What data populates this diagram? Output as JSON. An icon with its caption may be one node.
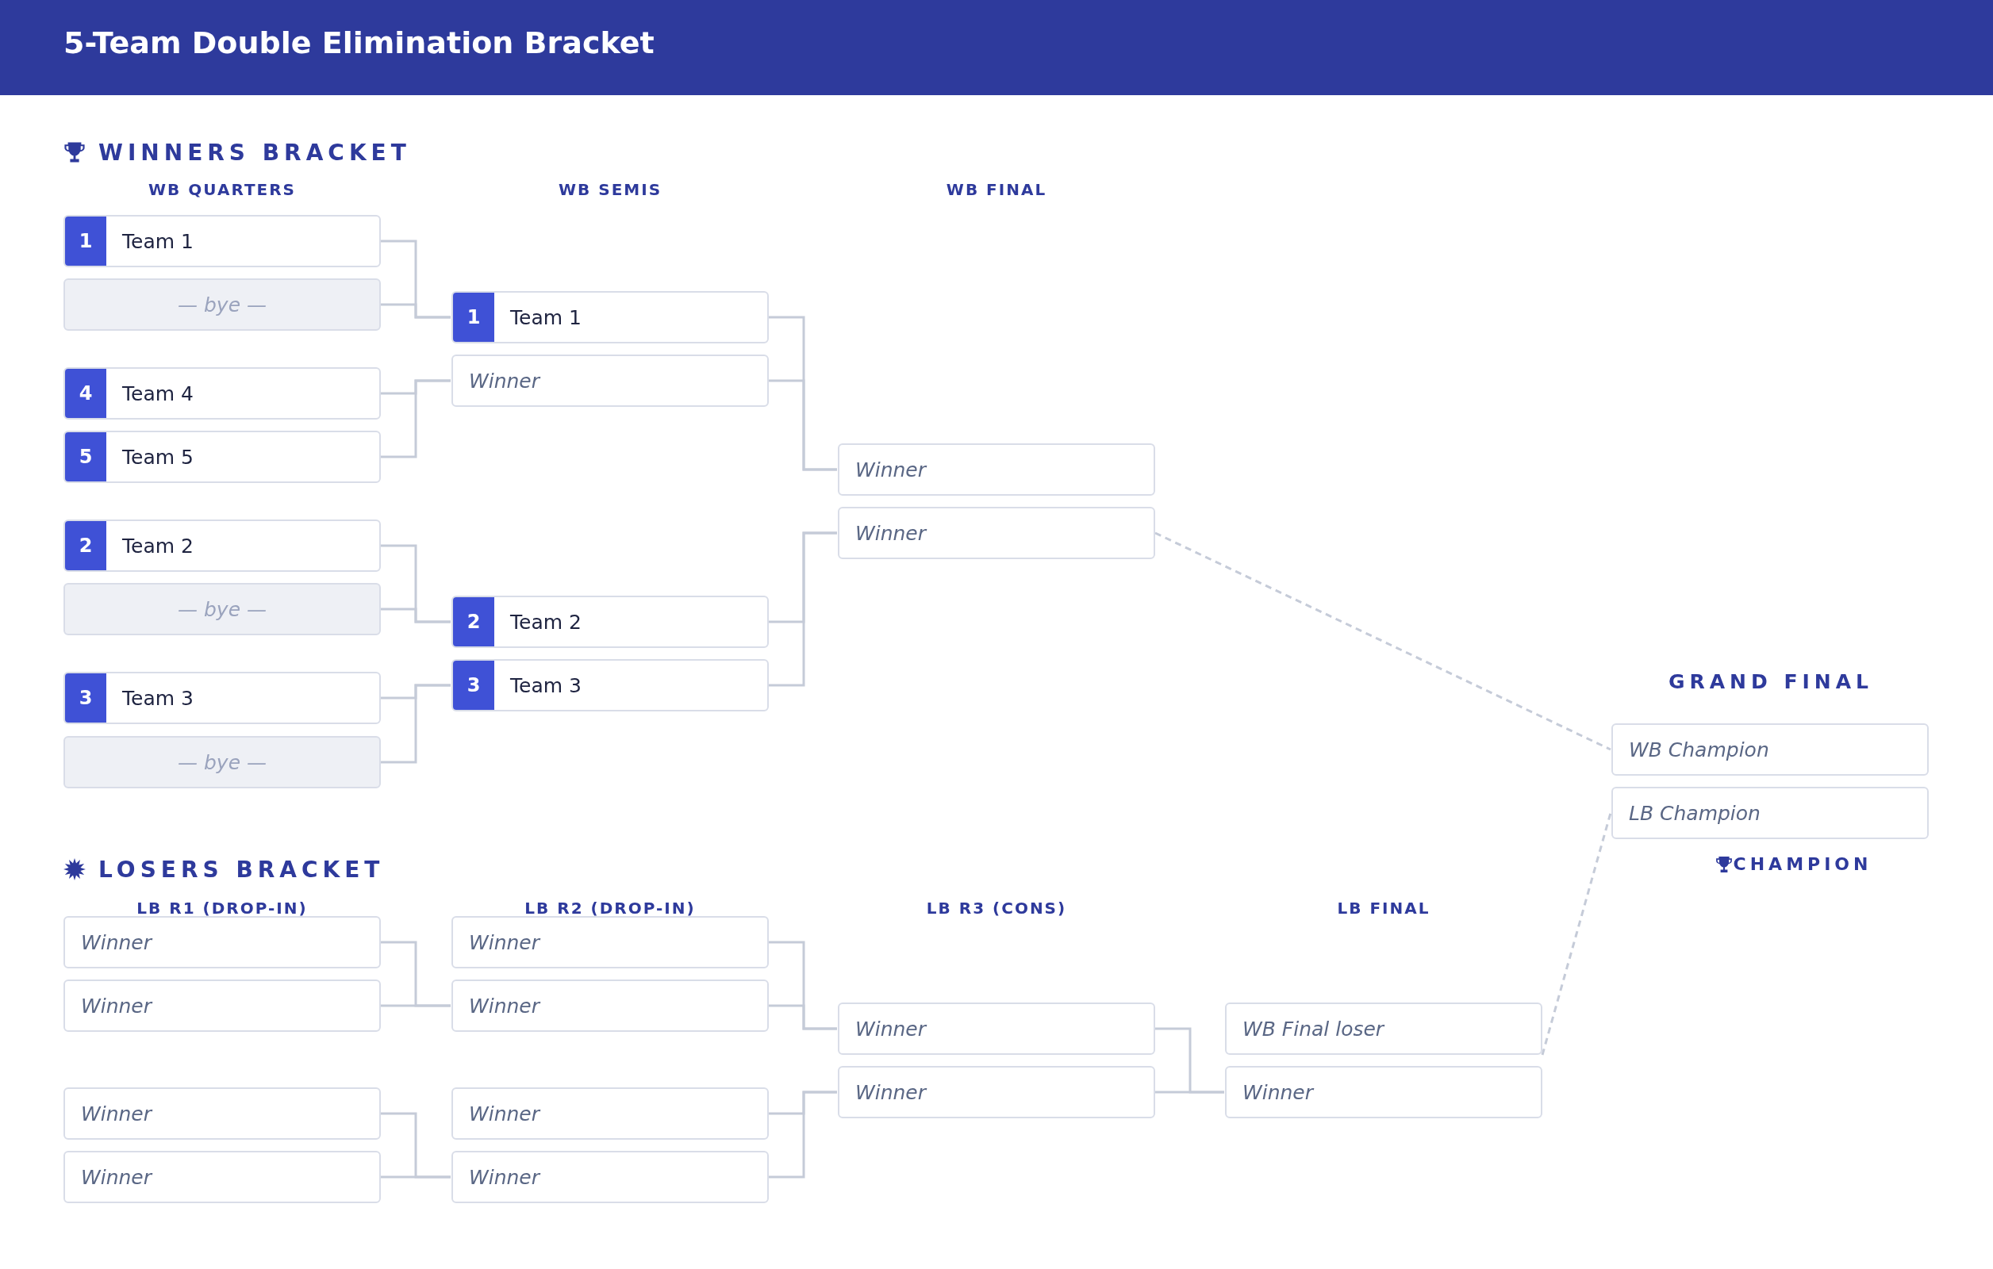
{
  "diagram": {
    "title": "5-Team Double Elimination Bracket",
    "nodes": [
      {
        "text": [
          "1",
          "Team 1"
        ]
      },
      {
        "text": [
          "— bye —"
        ]
      },
      {
        "text": [
          "4",
          "Team 4"
        ]
      },
      {
        "text": [
          "5",
          "Team 5"
        ]
      },
      {
        "text": [
          "2",
          "Team 2"
        ]
      },
      {
        "text": [
          "— bye —"
        ]
      },
      {
        "text": [
          "3",
          "Team 3"
        ]
      },
      {
        "text": [
          "— bye —"
        ]
      },
      {
        "text": [
          "1",
          "Team 1"
        ]
      },
      {
        "text": [
          "Winner"
        ]
      },
      {
        "text": [
          "2",
          "Team 2"
        ]
      },
      {
        "text": [
          "3",
          "Team 3"
        ]
      },
      {
        "text": [
          "Winner"
        ]
      },
      {
        "text": [
          "Winner"
        ]
      },
      {
        "text": [
          "WB Champion"
        ]
      },
      {
        "text": [
          "LB Champion"
        ]
      },
      {
        "text": [
          "Winner"
        ]
      },
      {
        "text": [
          "Winner"
        ]
      },
      {
        "text": [
          "Winner"
        ]
      },
      {
        "text": [
          "Winner"
        ]
      },
      {
        "text": [
          "Winner"
        ]
      },
      {
        "text": [
          "Winner"
        ]
      },
      {
        "text": [
          "Winner"
        ]
      },
      {
        "text": [
          "Winner"
        ]
      },
      {
        "text": [
          "Winner"
        ]
      },
      {
        "text": [
          "Winner"
        ]
      },
      {
        "text": [
          "WB Final loser"
        ]
      },
      {
        "text": [
          "Winner"
        ]
      }
    ],
    "edges": [
      {
        "from": 0,
        "to": 8,
        "arrow": "none"
      },
      {
        "from": 1,
        "to": 8,
        "arrow": "none"
      },
      {
        "from": 2,
        "to": 9,
        "arrow": "none"
      },
      {
        "from": 3,
        "to": 9,
        "arrow": "none"
      },
      {
        "from": 4,
        "to": 10,
        "arrow": "none"
      },
      {
        "from": 5,
        "to": 10,
        "arrow": "none"
      },
      {
        "from": 6,
        "to": 11,
        "arrow": "none"
      },
      {
        "from": 7,
        "to": 11,
        "arrow": "none"
      },
      {
        "from": 8,
        "to": 12,
        "arrow": "none"
      },
      {
        "from": 9,
        "to": 12,
        "arrow": "none"
      },
      {
        "from": 10,
        "to": 13,
        "arrow": "none"
      },
      {
        "from": 11,
        "to": 13,
        "arrow": "none"
      },
      {
        "from": 13,
        "to": 14,
        "arrow": "none",
        "style": "dashed"
      },
      {
        "from": 16,
        "to": 21,
        "arrow": "none"
      },
      {
        "from": 17,
        "to": 21,
        "arrow": "none"
      },
      {
        "from": 18,
        "to": 23,
        "arrow": "none"
      },
      {
        "from": 19,
        "to": 23,
        "arrow": "none"
      },
      {
        "from": 20,
        "to": 24,
        "arrow": "none"
      },
      {
        "from": 21,
        "to": 24,
        "arrow": "none"
      },
      {
        "from": 22,
        "to": 25,
        "arrow": "none"
      },
      {
        "from": 23,
        "to": 25,
        "arrow": "none"
      },
      {
        "from": 24,
        "to": 27,
        "arrow": "none"
      },
      {
        "from": 25,
        "to": 27,
        "arrow": "none"
      },
      {
        "from": 26,
        "to": 15,
        "arrow": "none",
        "style": "dashed"
      }
    ],
    "labels": [
      "WINNERS BRACKET",
      "WB QUARTERS",
      "WB SEMIS",
      "WB FINAL",
      "GRAND FINAL",
      "LOSERS BRACKET",
      "LB R1 (DROP-IN)",
      "LB R2 (DROP-IN)",
      "LB R3 (CONS)",
      "LB FINAL",
      "CHAMPION"
    ]
  }
}
